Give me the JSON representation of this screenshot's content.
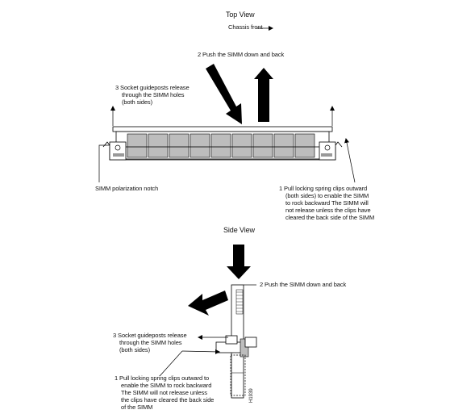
{
  "top_view": {
    "title": "Top View",
    "chassis_label": "Chassis front",
    "step2": "2  Push the SIMM down and back",
    "step3_lines": [
      "3  Socket guideposts release",
      "through the SIMM holes",
      "(both sides)"
    ],
    "notch_label": "SIMM polarization notch",
    "step1_lines": [
      "1  Pull locking spring clips outward",
      "(both sides) to enable the SIMM",
      "to rock backward  The SIMM will",
      "not release unless the clips have",
      "cleared the back side of the SIMM"
    ]
  },
  "side_view": {
    "title": "Side View",
    "step2": "2  Push the SIMM down and back",
    "step3_lines": [
      "3  Socket guideposts release",
      "through the SIMM holes",
      "(both sides)"
    ],
    "step1_lines": [
      "1  Pull locking spring clips outward to",
      "enable the SIMM to rock backward",
      "The SIMM will not release unless",
      "the clips have cleared the back side",
      "of the SIMM"
    ]
  },
  "figure_id": "H1939"
}
